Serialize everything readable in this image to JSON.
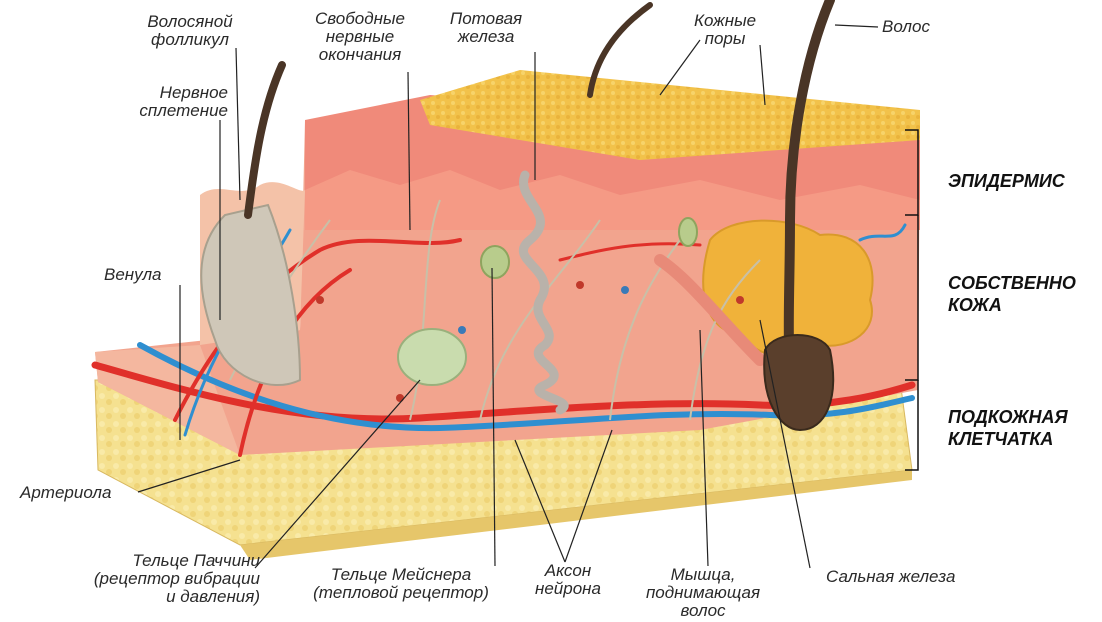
{
  "labels": {
    "follicle": [
      "Волосяной",
      "фолликул"
    ],
    "plexus": [
      "Нервное",
      "сплетение"
    ],
    "free_endings": [
      "Свободные",
      "нервные",
      "окончания"
    ],
    "sweat_gland": [
      "Потовая",
      "железа"
    ],
    "pores": [
      "Кожные",
      "поры"
    ],
    "hair": "Волос",
    "venule": "Венула",
    "arteriole": "Артериола",
    "pacini": [
      "Тельце Паччини",
      "(рецептор вибрации",
      "и давления)"
    ],
    "meissner": [
      "Тельце Мейснера",
      "(тепловой рецептор)"
    ],
    "axon": [
      "Аксон",
      "нейрона"
    ],
    "muscle": [
      "Мышца,",
      "поднимающая",
      "волос"
    ],
    "sebaceous": "Сальная железа"
  },
  "layers": {
    "epidermis": "ЭПИДЕРМИС",
    "dermis": [
      "СОБСТВЕННО",
      "КОЖА"
    ],
    "hypodermis": [
      "ПОДКОЖНАЯ",
      "КЛЕТЧАТКА"
    ]
  },
  "colors": {
    "epidermis_top": "#f3c94e",
    "dermis": "#f2a08a",
    "hypodermis": "#f3dd8a",
    "artery": "#e0302a",
    "vein": "#2f8fd0",
    "nerve": "#c8c0a8",
    "hair": "#4a3526"
  }
}
